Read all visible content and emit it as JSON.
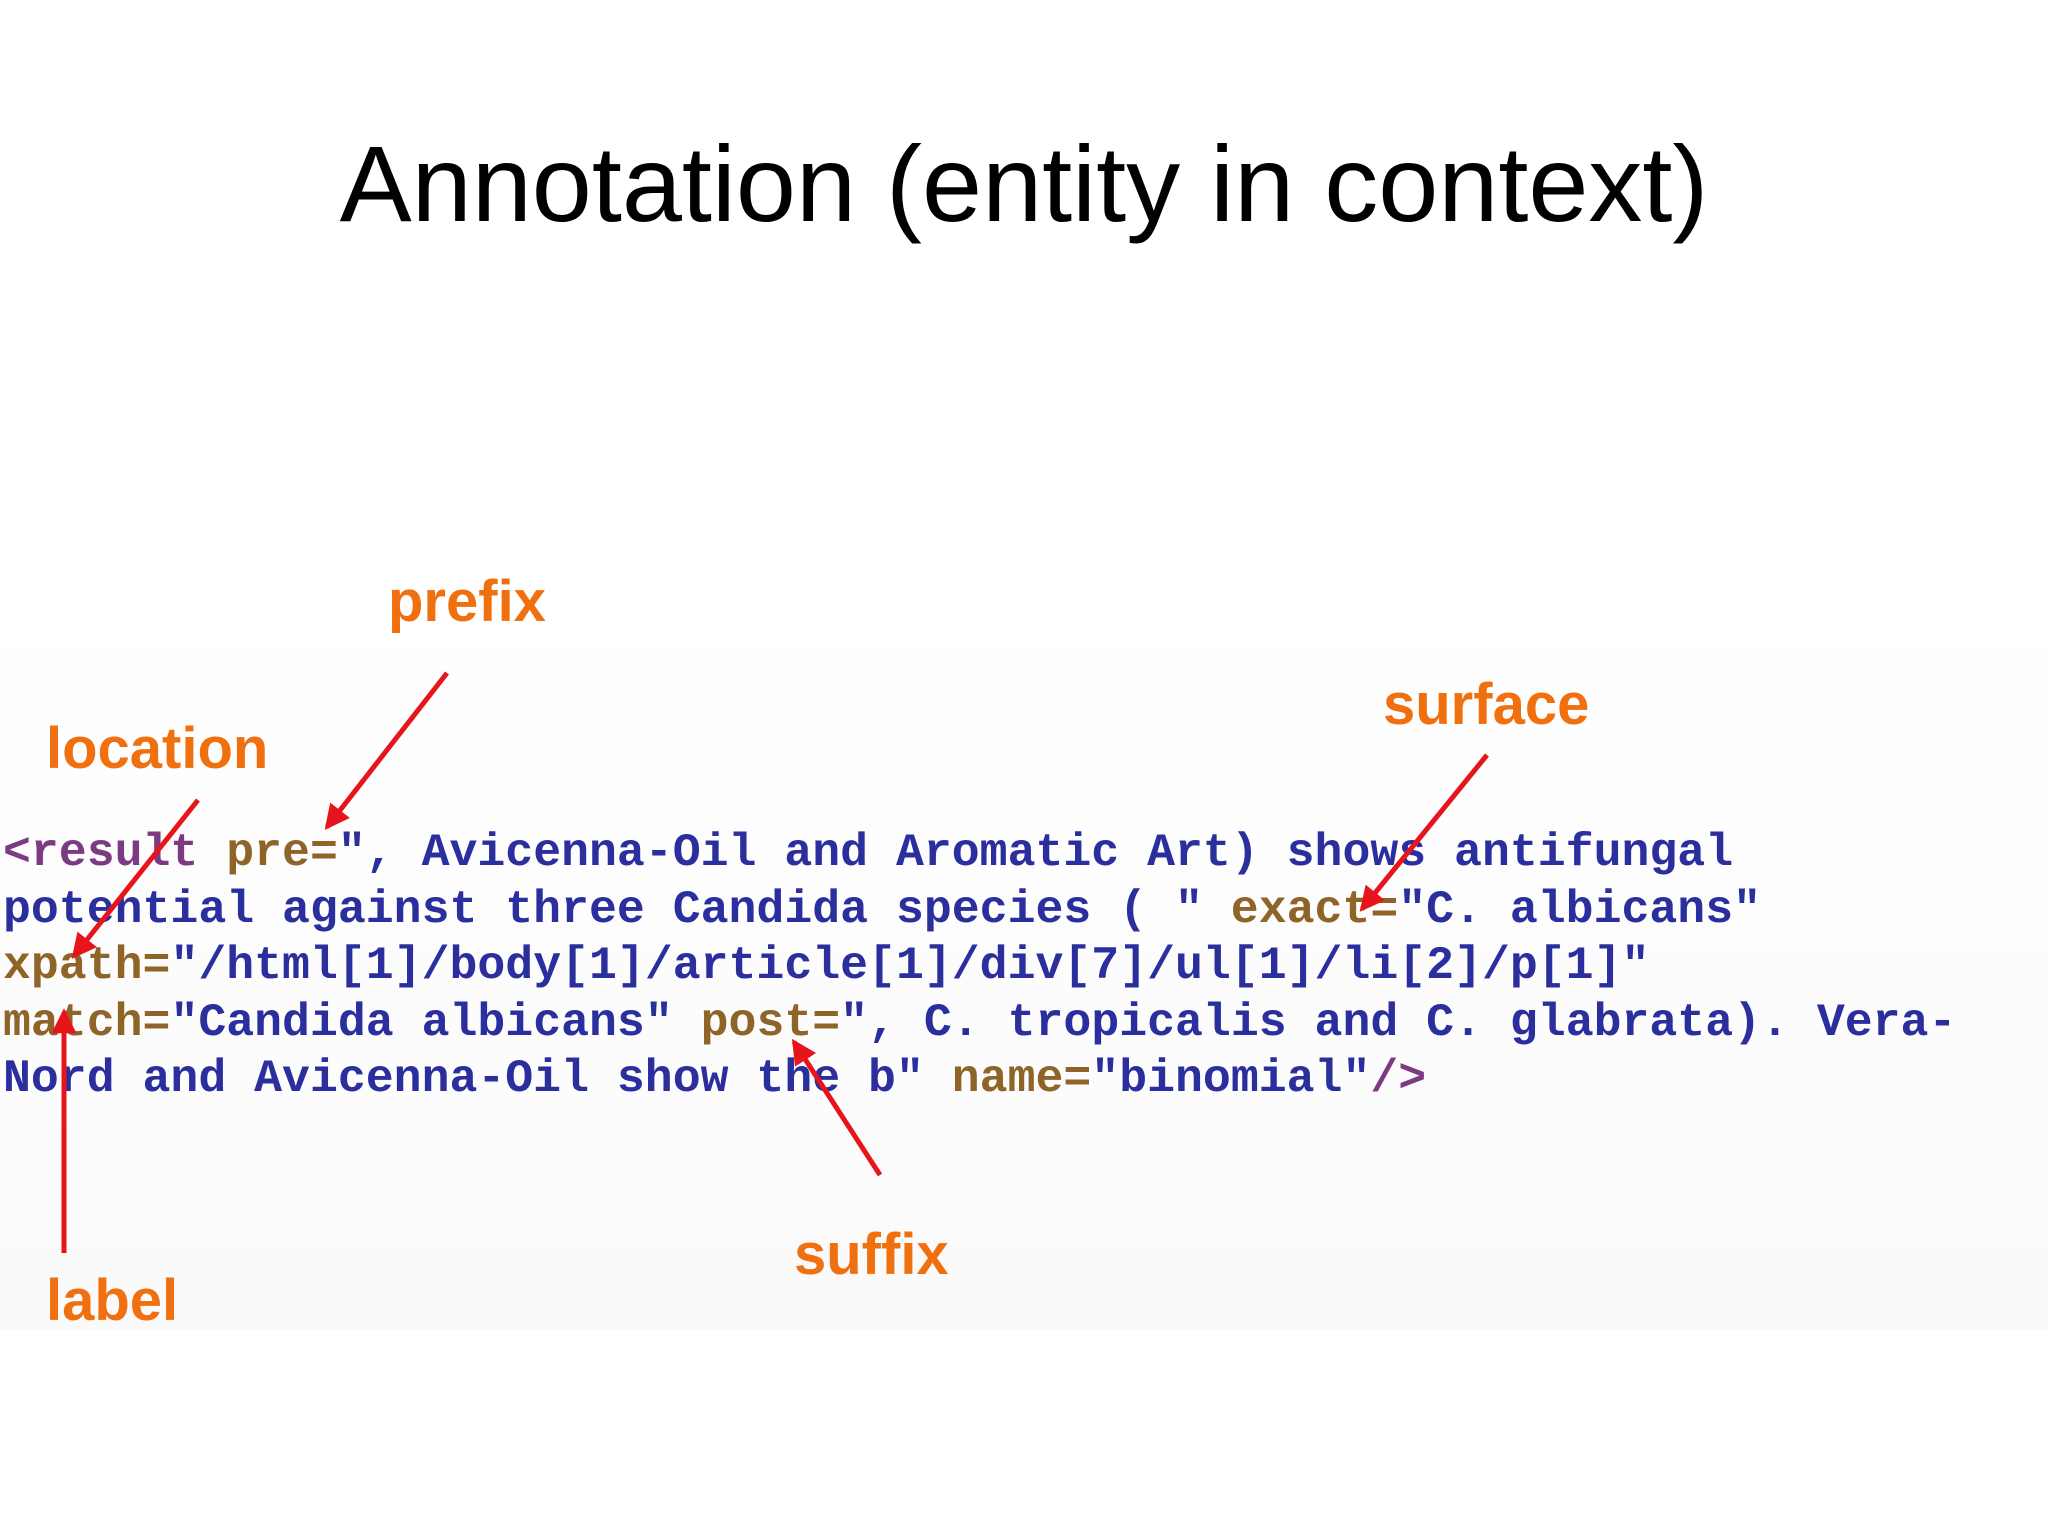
{
  "title": "Annotation (entity in context)",
  "annotations": {
    "prefix": "prefix",
    "location": "location",
    "surface": "surface",
    "suffix": "suffix",
    "label": "label"
  },
  "code": {
    "line1": {
      "tag": "<result",
      "attr": " pre=",
      "value": "\", Avicenna-Oil and Aromatic Art) shows antifungal"
    },
    "line2": {
      "value": "potential against three Candida species ( \"",
      "attr": " exact=",
      "value2": "\"C. albicans\""
    },
    "line3": {
      "attr": "xpath=",
      "value": "\"/html[1]/body[1]/article[1]/div[7]/ul[1]/li[2]/p[1]\""
    },
    "line4": {
      "attr": "match=",
      "value": "\"Candida albicans\"",
      "attr2": " post=",
      "value2": "\", C. tropicalis and C. glabrata). Vera-"
    },
    "line5": {
      "value": "Nord and Avicenna-Oil show the b\"",
      "attr": " name=",
      "value2": "\"binomial\"",
      "tag": "/>"
    }
  },
  "colors": {
    "annotation": "#f07010",
    "arrow": "#e8141c",
    "code_tag": "#7b3a82",
    "code_attr": "#8f6428",
    "code_value": "#2b2f9e",
    "title": "#000000"
  }
}
